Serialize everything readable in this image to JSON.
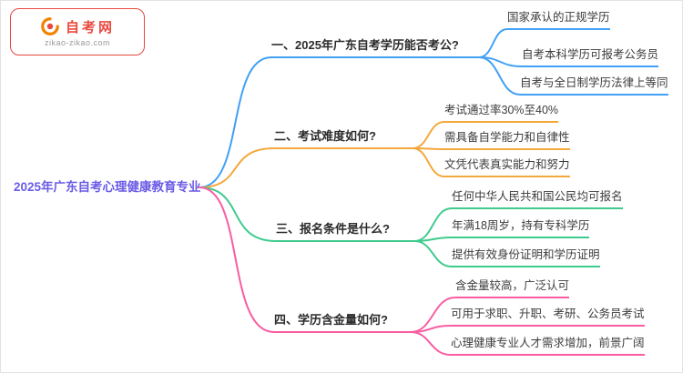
{
  "logo": {
    "name": "自考网",
    "domain": "zikao-zikao.com",
    "brand_color": "#e8493f",
    "icon_red": "#e8493f",
    "icon_orange": "#f08300"
  },
  "root": {
    "label": "2025年广东自考心理健康教育专业",
    "color": "#6b5be6"
  },
  "branches": [
    {
      "label": "一、2025年广东自考学历能否考公?",
      "color": "#42a0f5",
      "children": [
        "国家承认的正规学历",
        "自考本科学历可报考公务员",
        "自考与全日制学历法律上等同"
      ]
    },
    {
      "label": "二、考试难度如何?",
      "color": "#f5a83c",
      "children": [
        "考试通过率30%至40%",
        "需具备自学能力和自律性",
        "文凭代表真实能力和努力"
      ]
    },
    {
      "label": "三、报名条件是什么?",
      "color": "#3fcb8e",
      "children": [
        "任何中华人民共和国公民均可报名",
        "年满18周岁，持有专科学历",
        "提供有效身份证明和学历证明"
      ]
    },
    {
      "label": "四、学历含金量如何?",
      "color": "#fa5ca2",
      "children": [
        "含金量较高，广泛认可",
        "可用于求职、升职、考研、公务员考试",
        "心理健康专业人才需求增加，前景广阔"
      ]
    }
  ]
}
